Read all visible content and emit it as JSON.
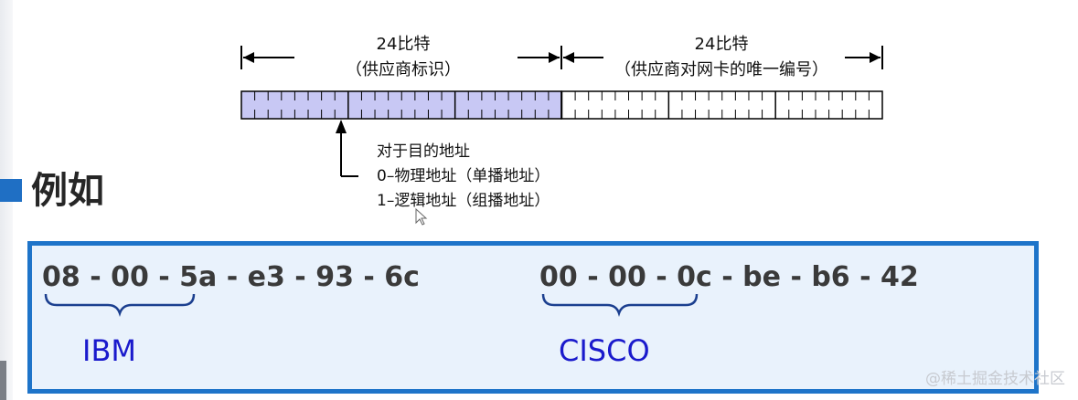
{
  "diagram": {
    "left_field": {
      "bits": "24比特",
      "desc": "（供应商标识）"
    },
    "right_field": {
      "bits": "24比特",
      "desc": "（供应商对网卡的唯一编号）"
    },
    "note_lines": [
      "对于目的地址",
      "0–物理地址（单播地址）",
      "1–逻辑地址（组播地址）"
    ]
  },
  "heading": "例如",
  "examples": [
    {
      "mac": "08 - 00 - 5a - e3 - 93 - 6c",
      "vendor": "IBM"
    },
    {
      "mac": "00 - 00 - 0c - be - b6 - 42",
      "vendor": "CISCO"
    }
  ],
  "watermark": "@稀土掘金技术社区",
  "colors": {
    "vendor_field_fill": "#c8c8f4",
    "box_border": "#1e74c9",
    "box_fill": "#e9f2fc",
    "vendor_text": "#1a1acc",
    "accent": "#1f6fc4"
  }
}
